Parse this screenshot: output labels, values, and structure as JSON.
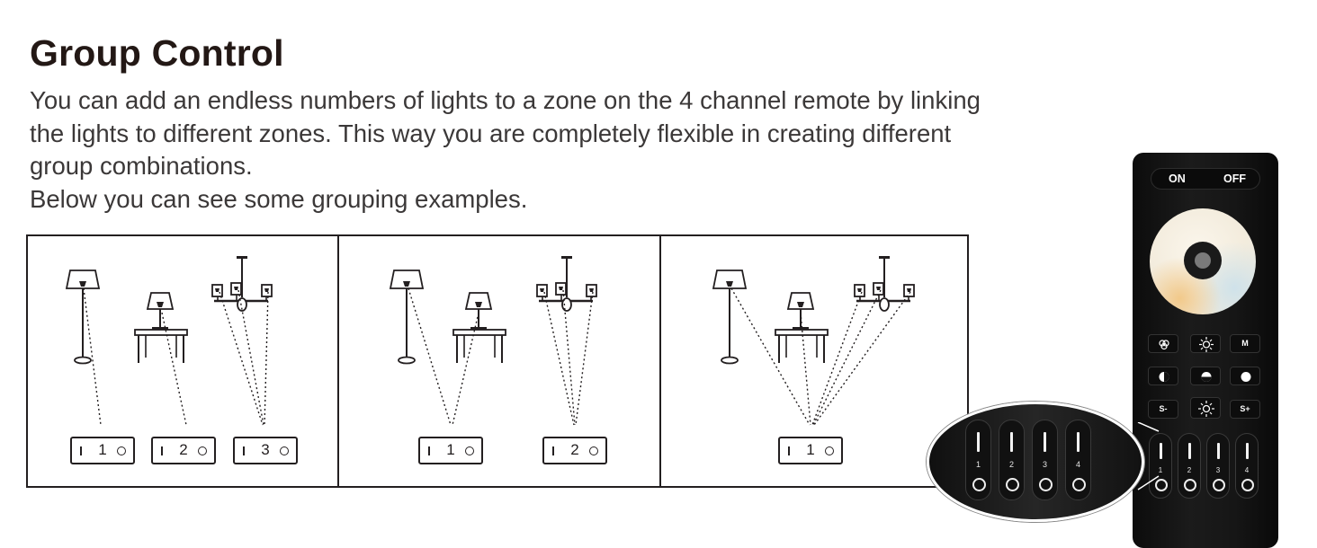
{
  "heading": "Group Control",
  "description": [
    "You can add an endless numbers of lights to a zone on the 4 channel remote by linking",
    "the lights to different zones. This way you are completely flexible in creating different",
    "group combinations.",
    "Below you can see some grouping examples."
  ],
  "panels": [
    {
      "switches": [
        {
          "num": "1"
        },
        {
          "num": "2"
        },
        {
          "num": "3"
        }
      ]
    },
    {
      "switches": [
        {
          "num": "1"
        },
        {
          "num": "2"
        }
      ]
    },
    {
      "switches": [
        {
          "num": "1"
        }
      ]
    }
  ],
  "remote": {
    "on_label": "ON",
    "off_label": "OFF",
    "buttons": {
      "mode": "M",
      "speed_minus": "S-",
      "speed_plus": "S+"
    },
    "zones": [
      "1",
      "2",
      "3",
      "4"
    ]
  },
  "magnifier": {
    "zones": [
      "1",
      "2",
      "3",
      "4"
    ]
  },
  "colors": {
    "line": "#231f20",
    "remote_body": "#141414"
  },
  "icons": [
    "floor-lamp-icon",
    "table-lamp-icon",
    "chandelier-icon",
    "color-palette-icon",
    "brightness-icon",
    "warm-tone-icon",
    "neutral-tone-icon",
    "cool-tone-icon",
    "speed-sun-icon"
  ]
}
